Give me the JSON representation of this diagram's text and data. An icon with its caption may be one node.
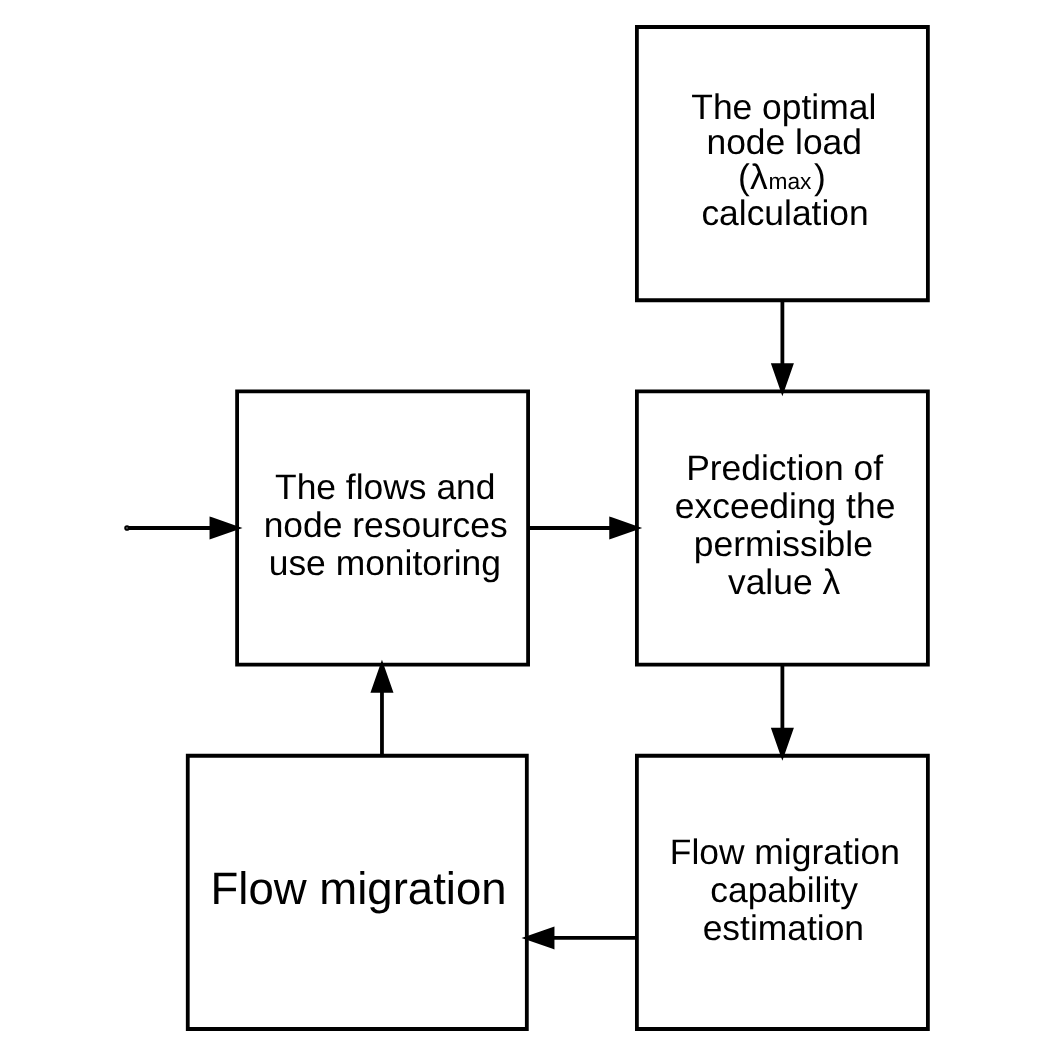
{
  "diagram": {
    "nodes": [
      {
        "text": [
          "The optimal node load (λ$_{max}$) calculation"
        ]
      },
      {
        "text": [
          "The flows and node resources use monitoring"
        ]
      },
      {
        "text": [
          "Prediction of exceeding the permissible value λ"
        ]
      },
      {
        "text": [
          "Flow migration"
        ]
      },
      {
        "text": [
          "Flow migration capability estimation"
        ]
      }
    ],
    "edges": [
      {
        "from": 0,
        "to": 2,
        "arrow": "to"
      },
      {
        "from": null,
        "to": 1,
        "arrow": "to"
      },
      {
        "from": 1,
        "to": 2,
        "arrow": "to"
      },
      {
        "from": 2,
        "to": 4,
        "arrow": "to"
      },
      {
        "from": 4,
        "to": 3,
        "arrow": "to"
      },
      {
        "from": 3,
        "to": 1,
        "arrow": "to"
      }
    ]
  }
}
